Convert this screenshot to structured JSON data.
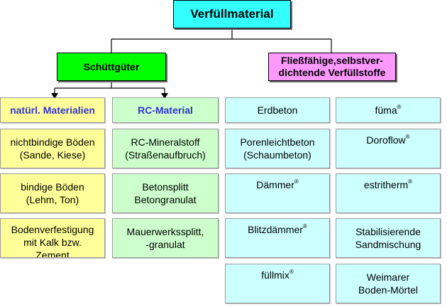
{
  "root": {
    "label": "Verfüllmaterial"
  },
  "left_group": {
    "label": "Schüttgüter",
    "columns": [
      {
        "header": "natürl. Materialien",
        "items": [
          "nichtbindige Böden\n(Sande, Kiese)",
          "bindige Böden\n(Lehm, Ton)",
          "Bodenverfestigung\nmit Kalk bzw.\nZement"
        ]
      },
      {
        "header": "RC-Material",
        "items": [
          "RC-Mineralstoff\n(Straßenaufbruch)",
          "Betonsplitt\nBetongranulat",
          "Mauerwerkssplitt,\n-granulat"
        ]
      }
    ]
  },
  "right_group": {
    "label": "Fließfähige,selbstver-\ndichtende Verfüllstoffe",
    "columns": [
      {
        "items": [
          {
            "name": "Erdbeton",
            "mark": ""
          },
          {
            "name": "Porenleichtbeton\n(Schaumbeton)",
            "mark": ""
          },
          {
            "name": "Dämmer",
            "mark": "®"
          },
          {
            "name": "Blitzdämmer",
            "mark": "®"
          },
          {
            "name": "füllmix",
            "mark": "®"
          }
        ]
      },
      {
        "items": [
          {
            "name": "füma",
            "mark": "®"
          },
          {
            "name": "Doroflow",
            "mark": "®"
          },
          {
            "name": "estritherm",
            "mark": "®"
          },
          {
            "name": "Stabilisierende\nSandmischung",
            "mark": ""
          },
          {
            "name": "Weimarer\nBoden-Mörtel",
            "mark": ""
          }
        ]
      }
    ]
  },
  "colors": {
    "root": "#33ffff",
    "left_group": "#00ff00",
    "right_group": "#ff99ff",
    "natural_column": "#ffff99",
    "rc_column": "#ccffcc",
    "flowable_columns": "#ccffff",
    "column_header_text": "#3333cc"
  }
}
